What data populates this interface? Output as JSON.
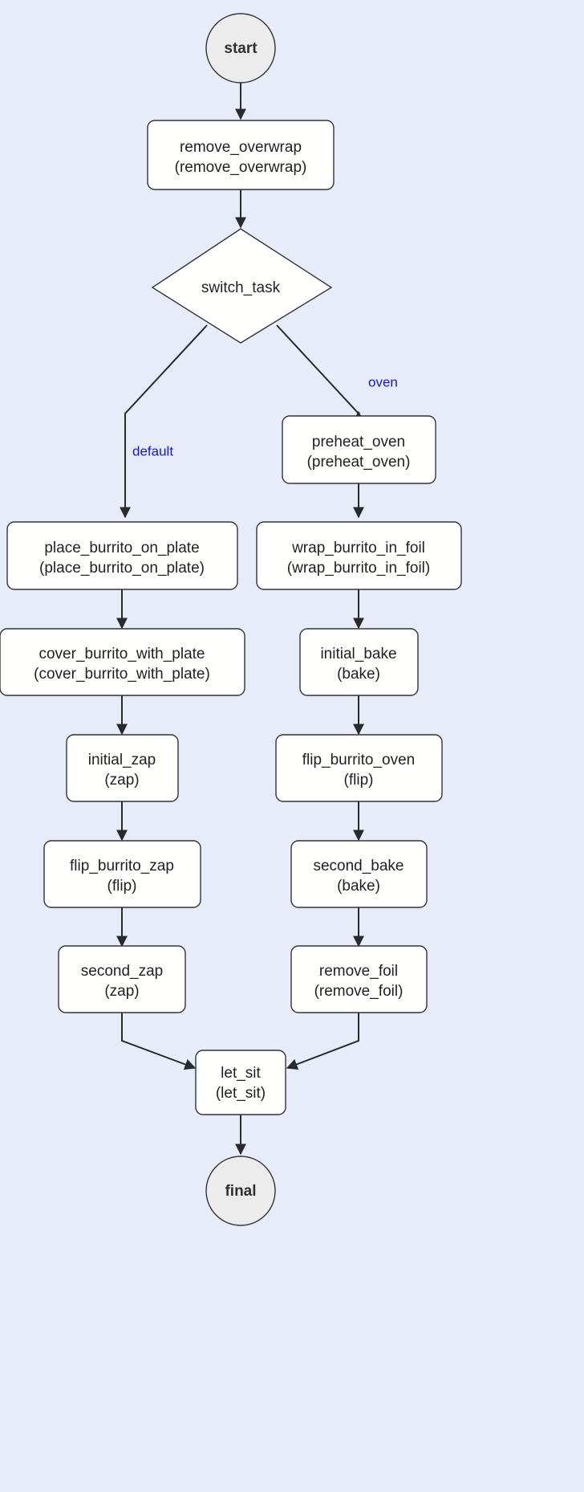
{
  "diagram": {
    "title": "burrito heating state machine flowchart",
    "background_color": "#e7ecf8",
    "node_fill": "#fffffe",
    "terminal_fill": "#ececec",
    "stroke_color": "#333338",
    "edge_color": "#282a2e",
    "edge_label_color": "#1414e6"
  },
  "nodes": {
    "start": {
      "label": "start",
      "shape": "circle"
    },
    "remove_overwrap": {
      "line1": "remove_overwrap",
      "line2": "(remove_overwrap)",
      "shape": "rounded-rect"
    },
    "switch_task": {
      "label": "switch_task",
      "shape": "diamond"
    },
    "place_burrito_on_plate": {
      "line1": "place_burrito_on_plate",
      "line2": "(place_burrito_on_plate)",
      "shape": "rounded-rect"
    },
    "cover_burrito_with_plate": {
      "line1": "cover_burrito_with_plate",
      "line2": "(cover_burrito_with_plate)",
      "shape": "rounded-rect"
    },
    "initial_zap": {
      "line1": "initial_zap",
      "line2": "(zap)",
      "shape": "rounded-rect"
    },
    "flip_burrito_zap": {
      "line1": "flip_burrito_zap",
      "line2": "(flip)",
      "shape": "rounded-rect"
    },
    "second_zap": {
      "line1": "second_zap",
      "line2": "(zap)",
      "shape": "rounded-rect"
    },
    "preheat_oven": {
      "line1": "preheat_oven",
      "line2": "(preheat_oven)",
      "shape": "rounded-rect"
    },
    "wrap_burrito_in_foil": {
      "line1": "wrap_burrito_in_foil",
      "line2": "(wrap_burrito_in_foil)",
      "shape": "rounded-rect"
    },
    "initial_bake": {
      "line1": "initial_bake",
      "line2": "(bake)",
      "shape": "rounded-rect"
    },
    "flip_burrito_oven": {
      "line1": "flip_burrito_oven",
      "line2": "(flip)",
      "shape": "rounded-rect"
    },
    "second_bake": {
      "line1": "second_bake",
      "line2": "(bake)",
      "shape": "rounded-rect"
    },
    "remove_foil": {
      "line1": "remove_foil",
      "line2": "(remove_foil)",
      "shape": "rounded-rect"
    },
    "let_sit": {
      "line1": "let_sit",
      "line2": "(let_sit)",
      "shape": "rounded-rect"
    },
    "final": {
      "label": "final",
      "shape": "circle"
    }
  },
  "edge_labels": {
    "default": "default",
    "oven": "oven"
  }
}
